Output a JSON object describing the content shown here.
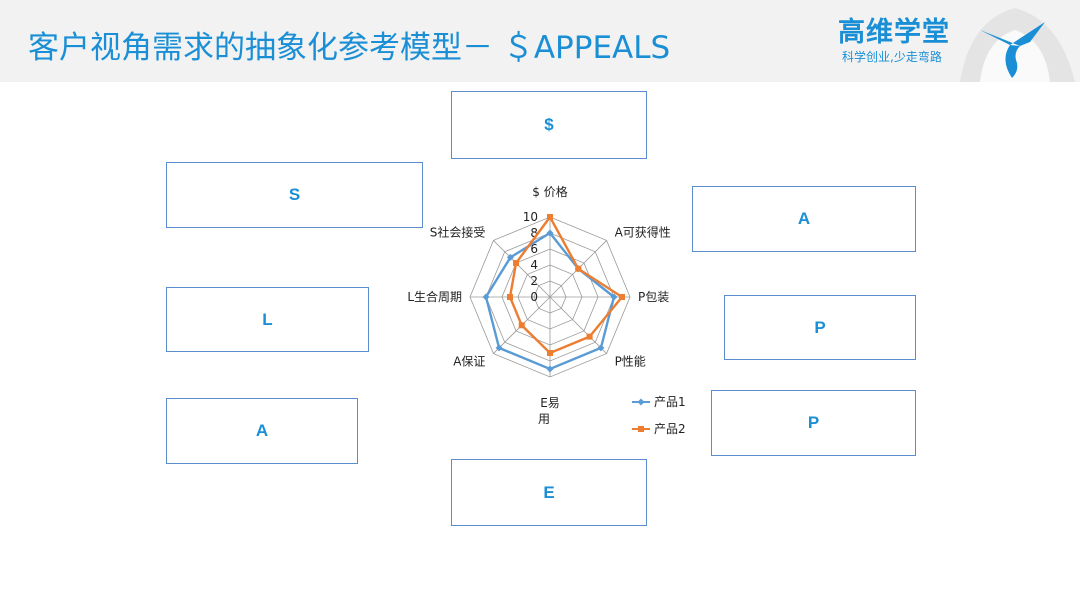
{
  "header": {
    "title": "客户视角需求的抽象化参考模型－ ＄APPEALS",
    "brand_name": "高维学堂",
    "brand_slogan": "科学创业,少走弯路"
  },
  "boxes": {
    "top": "$",
    "s": "S",
    "a_top_right": "A",
    "l": "L",
    "p_mid_right": "P",
    "a_bottom_left": "A",
    "p_bottom_right": "P",
    "e": "E"
  },
  "colors": {
    "accent": "#1a8fd6",
    "series1": "#5b9bd5",
    "series2": "#ed7d31",
    "box_border": "#5b8ed0"
  },
  "chart_data": {
    "type": "radar",
    "categories": [
      "$ 价格",
      "A可获得性",
      "P包装",
      "P性能",
      "E易用",
      "A保证",
      "L生合周期",
      "S社会接受"
    ],
    "rlim": [
      0,
      10
    ],
    "ticks": [
      0,
      2,
      4,
      6,
      8,
      10
    ],
    "series": [
      {
        "name": "产品1",
        "values": [
          8,
          5,
          8,
          9,
          9,
          9,
          8,
          7
        ]
      },
      {
        "name": "产品2",
        "values": [
          10,
          5,
          9,
          7,
          7,
          5,
          5,
          6
        ]
      }
    ],
    "legend": "bottom-right",
    "grid": true
  }
}
